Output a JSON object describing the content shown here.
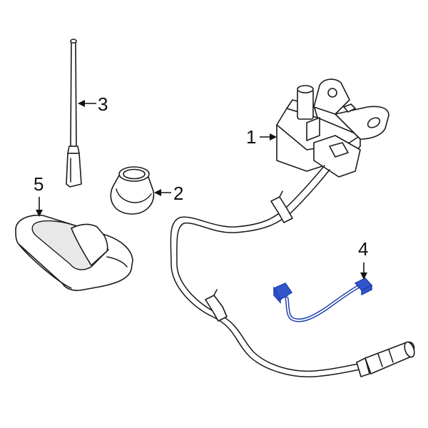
{
  "callouts": [
    {
      "id": "1",
      "label": "1"
    },
    {
      "id": "2",
      "label": "2"
    },
    {
      "id": "3",
      "label": "3"
    },
    {
      "id": "4",
      "label": "4"
    },
    {
      "id": "5",
      "label": "5"
    }
  ],
  "colors": {
    "line": "#1a1a1a",
    "highlight": "#1f3fb0",
    "highlight_fill": "#3355cc",
    "background": "#ffffff"
  }
}
